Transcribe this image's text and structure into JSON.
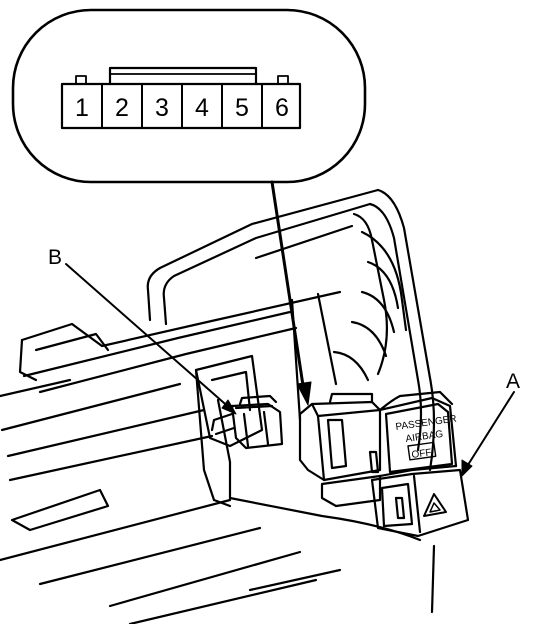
{
  "connector_detail": {
    "pin_labels": [
      "1",
      "2",
      "3",
      "4",
      "5",
      "6"
    ]
  },
  "callouts": {
    "a": "A",
    "b": "B"
  },
  "switch": {
    "label_line1": "PASSENGER",
    "label_line2": "AIRBAG",
    "label_line3": "OFF"
  },
  "colors": {
    "line": "#000000",
    "background": "#ffffff"
  }
}
